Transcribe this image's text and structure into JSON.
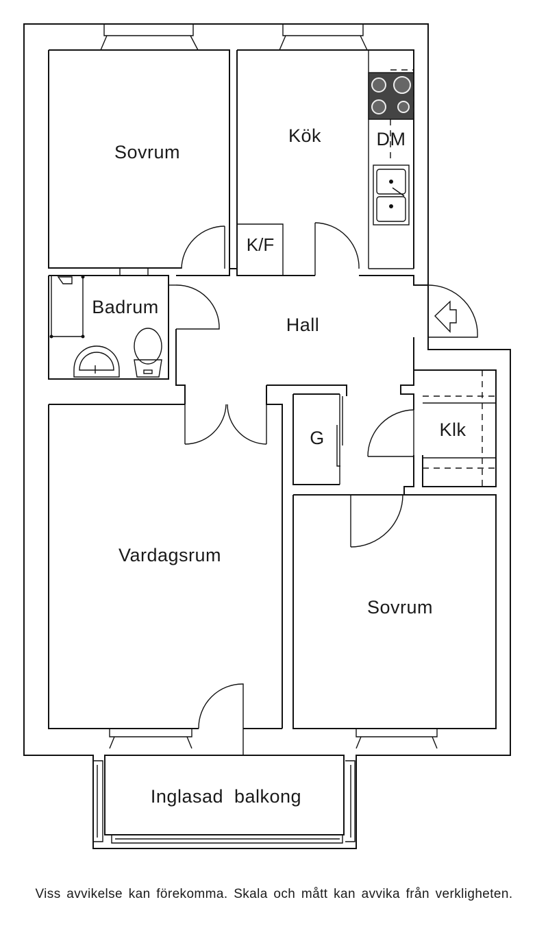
{
  "floorplan": {
    "rooms": {
      "bedroom_top": "Sovrum",
      "kitchen": "Kök",
      "dishwasher": "DM",
      "fridge_freezer": "K/F",
      "bathroom": "Badrum",
      "hall": "Hall",
      "wardrobe": "G",
      "closet": "Klk",
      "living_room": "Vardagsrum",
      "bedroom_bottom": "Sovrum",
      "balcony": "Inglasad  balkong"
    },
    "disclaimer": "Viss avvikelse kan förekomma. Skala och mått kan avvika från verkligheten."
  }
}
